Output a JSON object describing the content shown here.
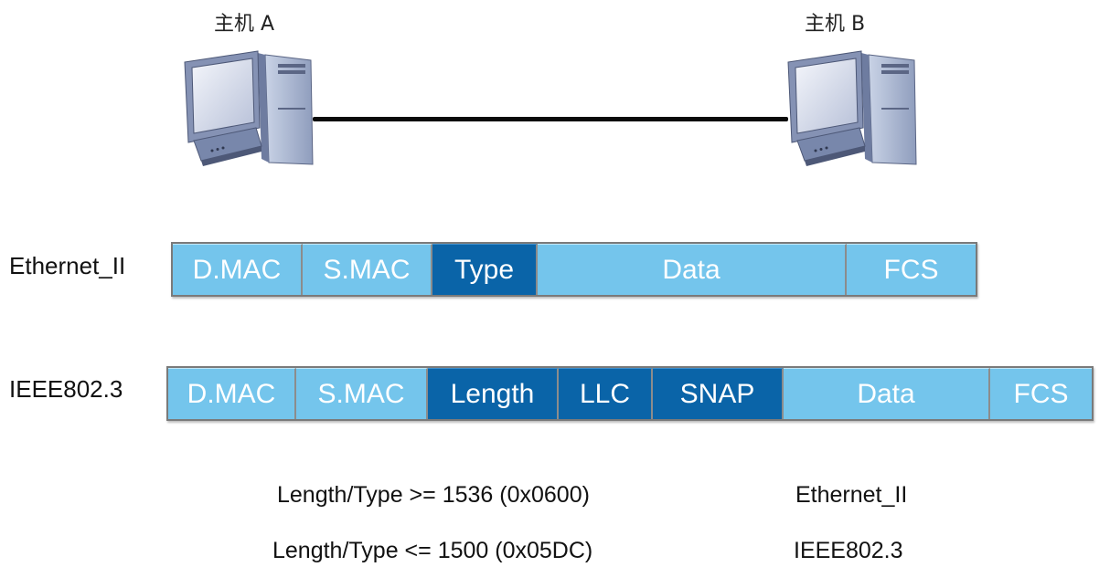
{
  "hosts": {
    "a_label": "主机 A",
    "b_label": "主机 B",
    "icon": "desktop-computer-icon"
  },
  "frames": {
    "ethernet_ii": {
      "label": "Ethernet_II",
      "fields": [
        {
          "name": "D.MAC",
          "tone": "light"
        },
        {
          "name": "S.MAC",
          "tone": "light"
        },
        {
          "name": "Type",
          "tone": "dark"
        },
        {
          "name": "Data",
          "tone": "light"
        },
        {
          "name": "FCS",
          "tone": "light"
        }
      ]
    },
    "ieee802_3": {
      "label": "IEEE802.3",
      "fields": [
        {
          "name": "D.MAC",
          "tone": "light"
        },
        {
          "name": "S.MAC",
          "tone": "light"
        },
        {
          "name": "Length",
          "tone": "dark"
        },
        {
          "name": "LLC",
          "tone": "dark"
        },
        {
          "name": "SNAP",
          "tone": "dark"
        },
        {
          "name": "Data",
          "tone": "light"
        },
        {
          "name": "FCS",
          "tone": "light"
        }
      ]
    }
  },
  "rules": [
    {
      "condition": "Length/Type >= 1536 (0x0600)",
      "result": "Ethernet_II"
    },
    {
      "condition": "Length/Type <= 1500 (0x05DC)",
      "result": "IEEE802.3"
    }
  ],
  "colors": {
    "light_field": "#74c5ec",
    "dark_field": "#0a64a8",
    "field_text": "#ffffff",
    "cable": "#0a0a0a"
  }
}
